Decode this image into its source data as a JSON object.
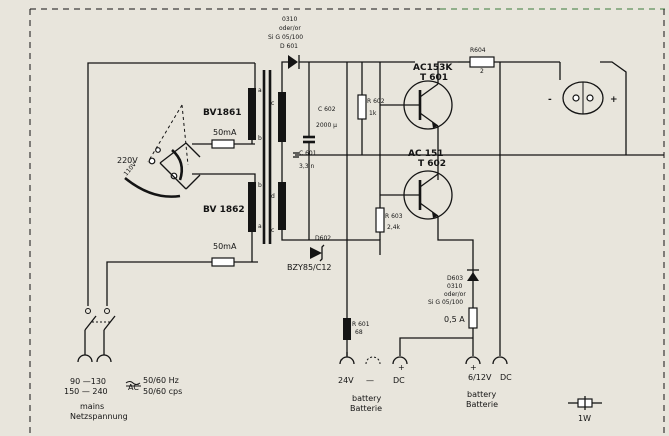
{
  "components": {
    "d601": {
      "l1": "0310",
      "l2": "oder/or",
      "l3": "Si G 05/100",
      "l4": "D 601"
    },
    "t601": {
      "type": "AC153K",
      "ref": "T 601"
    },
    "t602": {
      "type": "AC 151",
      "ref": "T 602"
    },
    "r604": {
      "ref": "R604",
      "value": "2"
    },
    "r602": {
      "ref": "R 602",
      "value": "1k"
    },
    "r603": {
      "ref": "R 603",
      "value": "2,4k"
    },
    "r601": {
      "ref": "R 601",
      "value": "68"
    },
    "c602": {
      "ref": "C 602",
      "value": "2000 µ"
    },
    "c601": {
      "ref": "C 601",
      "value": "3,3 n"
    },
    "d602": {
      "ref": "D602",
      "type": "BZY85/C12"
    },
    "d603": {
      "l1": "D603",
      "l2": "0310",
      "l3": "oder/or",
      "l4": "Si G 05/100"
    },
    "fuse_batt": "0,5 A",
    "bv1861": "BV1861",
    "bv1862": "BV 1862",
    "fuse1": "50mA",
    "fuse2": "50mA",
    "v220": "220V",
    "v110": "110V",
    "coil_marks": [
      "a",
      "b",
      "c",
      "b",
      "a",
      "d",
      "c"
    ],
    "output_minus": "-",
    "output_plus": "+"
  },
  "mains": {
    "range1": "90 —130",
    "range2": "150 — 240",
    "ac": "AC",
    "hz": "50/60 Hz",
    "cps": "50/60 cps",
    "label1": "mains",
    "label2": "Netzspannung"
  },
  "battery24": {
    "minus": "-",
    "voltage": "24V",
    "sign": "—",
    "plus": "+",
    "dc": "DC",
    "label1": "battery",
    "label2": "Batterie"
  },
  "battery612": {
    "plus": "+",
    "voltage": "6/12V",
    "dc": "DC",
    "label1": "battery",
    "label2": "Batterie"
  },
  "legend": {
    "rating": "1W"
  }
}
